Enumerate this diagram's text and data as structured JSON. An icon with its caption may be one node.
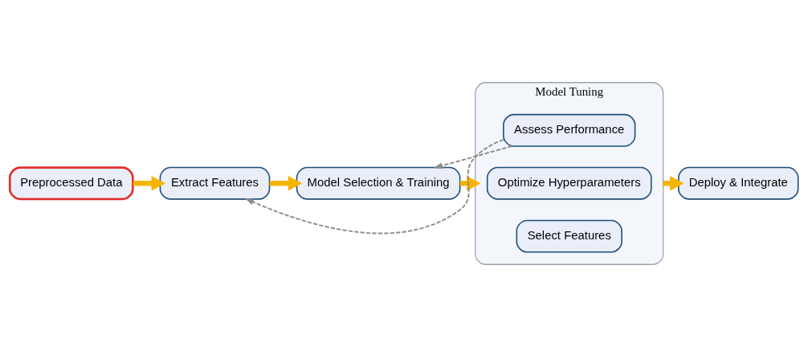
{
  "diagram": {
    "nodes": [
      {
        "text": [
          "Preprocessed Data"
        ]
      },
      {
        "text": [
          "Extract Features"
        ]
      },
      {
        "text": [
          "Model Selection & Training"
        ]
      },
      {
        "text": [
          "Model Tuning"
        ]
      },
      {
        "text": [
          "Select Features"
        ],
        "in": 3
      },
      {
        "text": [
          "Optimize Hyperparameters"
        ],
        "in": 3
      },
      {
        "text": [
          "Assess Performance"
        ],
        "in": 3
      },
      {
        "text": [
          "Deploy & Integrate"
        ]
      }
    ],
    "edges": [
      {
        "from": 0,
        "to": 1,
        "arrow": "to"
      },
      {
        "from": 1,
        "to": 2,
        "arrow": "to"
      },
      {
        "from": 2,
        "to": 3,
        "arrow": "to"
      },
      {
        "from": 3,
        "to": 7,
        "arrow": "to"
      },
      {
        "from": 6,
        "to": 1,
        "arrow": "to",
        "style": "dashed",
        "color": "#8c8c8c"
      },
      {
        "from": 6,
        "to": 2,
        "arrow": "to",
        "style": "dashed",
        "color": "#8c8c8c"
      }
    ]
  }
}
